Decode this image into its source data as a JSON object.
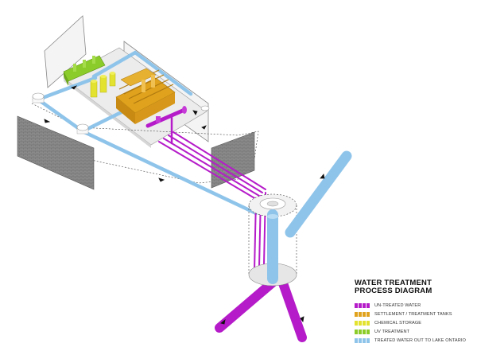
{
  "legend": {
    "title_line1": "WATER TREATMENT",
    "title_line2": "PROCESS DIAGRAM",
    "items": [
      {
        "label": "UN-TREATED WATER",
        "color": "#b51bc9"
      },
      {
        "label": "SETTLEMENT / TREATMENT TANKS",
        "color": "#e0a21c"
      },
      {
        "label": "CHEMICAL STORAGE",
        "color": "#e3e22e"
      },
      {
        "label": "UV TREATMENT",
        "color": "#8ccc2a"
      },
      {
        "label": "TREATED WATER OUT TO LAKE ONTARIO",
        "color": "#8fc4ea"
      }
    ]
  },
  "colors": {
    "untreated": "#b51bc9",
    "tanks": "#e0a21c",
    "chemical": "#e3e22e",
    "uv": "#8ccc2a",
    "treated": "#8fc4ea",
    "wall": "#7a7a7a",
    "floor": "#efefef"
  }
}
